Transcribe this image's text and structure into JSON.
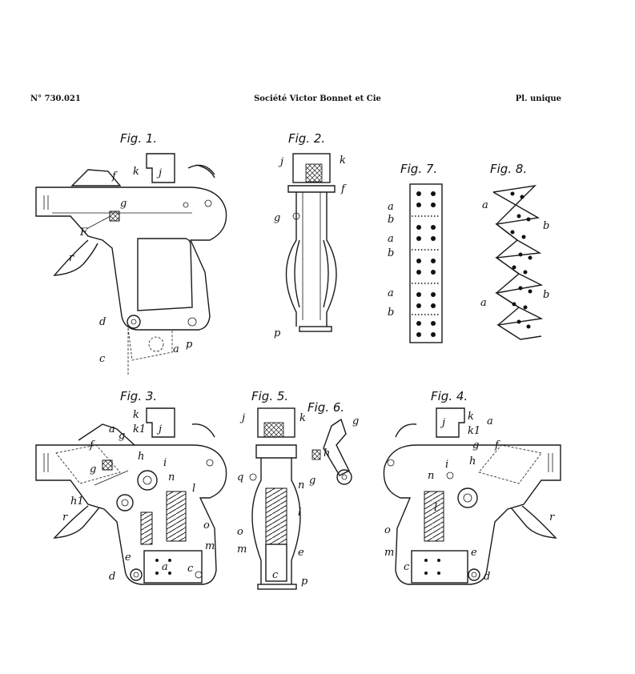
{
  "header": {
    "patent_number": "N° 730.021",
    "applicant": "Société Victor Bonnet et Cie",
    "plate": "Pl. unique"
  },
  "figures": {
    "fig1": {
      "title": "Fig. 1.",
      "labels": [
        "k",
        "j",
        "f",
        "g",
        "F",
        "r",
        "d",
        "c",
        "a",
        "p"
      ]
    },
    "fig2": {
      "title": "Fig. 2.",
      "labels": [
        "j",
        "k",
        "f",
        "g",
        "p"
      ]
    },
    "fig7": {
      "title": "Fig. 7.",
      "labels": [
        "a",
        "b",
        "a",
        "b",
        "a",
        "b"
      ]
    },
    "fig8": {
      "title": "Fig. 8.",
      "labels": [
        "a",
        "b",
        "b",
        "a"
      ]
    },
    "fig3": {
      "title": "Fig. 3.",
      "labels": [
        "k",
        "k1",
        "j",
        "a",
        "g",
        "f",
        "h",
        "g",
        "i",
        "n",
        "h1",
        "l",
        "r",
        "o",
        "m",
        "e",
        "c",
        "a",
        "d"
      ]
    },
    "fig5": {
      "title": "Fig. 5.",
      "labels": [
        "j",
        "k",
        "q",
        "n",
        "l",
        "o",
        "m",
        "e",
        "c",
        "p"
      ]
    },
    "fig6": {
      "title": "Fig. 6.",
      "labels": [
        "g",
        "h",
        "g"
      ]
    },
    "fig4": {
      "title": "Fig. 4.",
      "labels": [
        "j",
        "k",
        "k1",
        "a",
        "g",
        "f",
        "h",
        "i",
        "n",
        "l",
        "r",
        "o",
        "m",
        "e",
        "c",
        "d"
      ]
    }
  }
}
